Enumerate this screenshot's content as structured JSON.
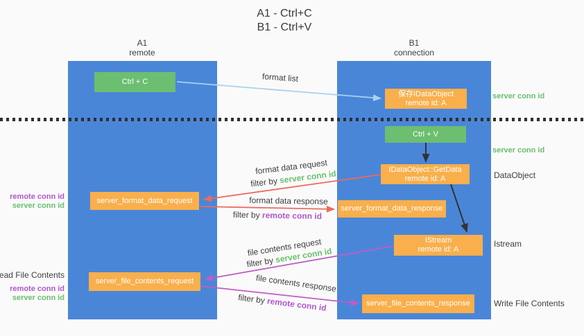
{
  "title": {
    "line1": "A1 - Ctrl+C",
    "line2": "B1 - Ctrl+V"
  },
  "lifelines": {
    "left": {
      "name": "A1",
      "role": "remote"
    },
    "right": {
      "name": "B1",
      "role": "connection"
    }
  },
  "nodes": {
    "ctrl_c": {
      "label": "Ctrl + C"
    },
    "ctrl_v": {
      "label": "Ctrl + V"
    },
    "save_dataobject": {
      "line1": "保存IDataObject",
      "line2": "remote id: A"
    },
    "getdata": {
      "line1": "IDataObject::GetData",
      "line2": "remote id: A"
    },
    "istream": {
      "line1": "IStream",
      "line2": "remote id: A"
    },
    "server_format_data_request": {
      "label": "server_format_data_request"
    },
    "server_format_data_response": {
      "label": "server_format_data_response"
    },
    "server_file_contents_request": {
      "label": "server_file_contents_request"
    },
    "server_file_contents_response": {
      "label": "server_file_contents_response"
    }
  },
  "arrow_labels": {
    "format_list": "format list",
    "format_data_request": "format data request",
    "format_data_response": "format data response",
    "file_contents_request": "file contents request",
    "file_contents_response": "file contents response",
    "filter_by": "filter by ",
    "server_conn_id": "server conn id",
    "remote_conn_id": "remote conn id"
  },
  "side_labels": {
    "right_server_conn_id_top": "server conn id",
    "right_server_conn_id_mid": "server conn id",
    "dataobject": "DataObject",
    "istream": "Istream",
    "write_file_contents": "Write File Contents",
    "left_remote_conn_id_top": "remote conn id",
    "left_server_conn_id_top": "server conn id",
    "read_file_contents": "Read File Contents",
    "left_remote_conn_id_bottom": "remote conn id",
    "left_server_conn_id_bottom": "server conn id"
  },
  "colors": {
    "lifeline_blue": "#4A86D8",
    "node_green": "#6CBE70",
    "node_orange": "#F9AF4B",
    "arrow_light_blue": "#A9D2EF",
    "arrow_red": "#ED6A5F",
    "arrow_purple": "#C05CC5",
    "arrow_black": "#333333",
    "text_green": "#6ABF6E",
    "text_purple": "#B156CE",
    "text_dark": "#3E3E3E",
    "background": "#FAFAFA",
    "divider": "#2E2E2E"
  }
}
